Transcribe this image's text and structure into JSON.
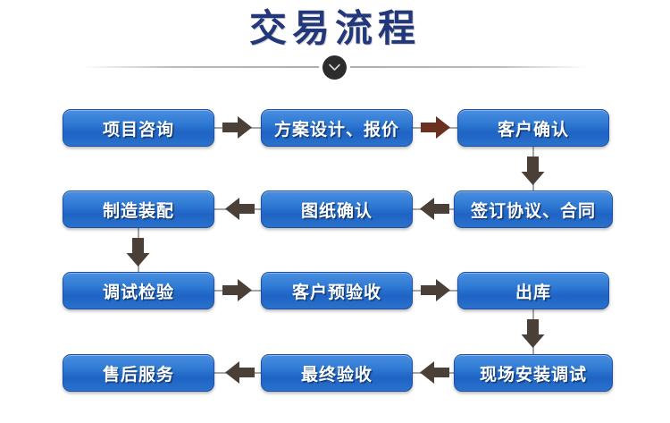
{
  "header": {
    "title": "交易流程",
    "chevron_icon": "chevron-down-icon",
    "circle_color": "#2c2c2c",
    "title_color": "#22387a",
    "divider_color": "#a8a8a8"
  },
  "theme": {
    "node_fill_top": "#4a8fe0",
    "node_fill_bottom": "#1f63c4",
    "node_border": "#1f4f9e",
    "node_text": "#ffffff",
    "line_color": "#a6a6a6",
    "arrow_dark": "#4a4038",
    "arrow_red": "#6b3020"
  },
  "flow": {
    "rows": [
      {
        "direction": "ltr",
        "nodes": [
          {
            "id": "project-consultation",
            "label": "项目咨询"
          },
          {
            "id": "plan-design-quote",
            "label": "方案设计、报价"
          },
          {
            "id": "customer-confirmation",
            "label": "客户确认"
          }
        ],
        "arrows": [
          {
            "id": "arrow-r1-a",
            "dir": "right",
            "color": "#4a4038"
          },
          {
            "id": "arrow-r1-b",
            "dir": "right",
            "color": "#6b3020"
          }
        ]
      },
      {
        "direction": "rtl",
        "nodes": [
          {
            "id": "manufacture-assembly",
            "label": "制造装配"
          },
          {
            "id": "drawing-confirmation",
            "label": "图纸确认"
          },
          {
            "id": "sign-agreement-contract",
            "label": "签订协议、合同"
          }
        ],
        "arrows": [
          {
            "id": "arrow-r2-a",
            "dir": "left",
            "color": "#4a4038"
          },
          {
            "id": "arrow-r2-b",
            "dir": "left",
            "color": "#4a4038"
          }
        ]
      },
      {
        "direction": "ltr",
        "nodes": [
          {
            "id": "debug-inspection",
            "label": "调试检验"
          },
          {
            "id": "customer-pre-acceptance",
            "label": "客户预验收"
          },
          {
            "id": "delivery-out",
            "label": "出库"
          }
        ],
        "arrows": [
          {
            "id": "arrow-r3-a",
            "dir": "right",
            "color": "#4a4038"
          },
          {
            "id": "arrow-r3-b",
            "dir": "right",
            "color": "#4a4038"
          }
        ]
      },
      {
        "direction": "rtl",
        "nodes": [
          {
            "id": "after-sales-service",
            "label": "售后服务"
          },
          {
            "id": "final-acceptance",
            "label": "最终验收"
          },
          {
            "id": "onsite-install-debug",
            "label": "现场安装调试"
          }
        ],
        "arrows": [
          {
            "id": "arrow-r4-a",
            "dir": "left",
            "color": "#4a4038"
          },
          {
            "id": "arrow-r4-b",
            "dir": "left",
            "color": "#4a4038"
          }
        ]
      }
    ],
    "vertical_arrows": [
      {
        "id": "arrow-v-r1r2",
        "from": "customer-confirmation",
        "to": "sign-agreement-contract",
        "dir": "down",
        "color": "#4a4038"
      },
      {
        "id": "arrow-v-r2r3",
        "from": "manufacture-assembly",
        "to": "debug-inspection",
        "dir": "down",
        "color": "#4a4038"
      },
      {
        "id": "arrow-v-r3r4",
        "from": "delivery-out",
        "to": "onsite-install-debug",
        "dir": "down",
        "color": "#4a4038"
      }
    ]
  }
}
